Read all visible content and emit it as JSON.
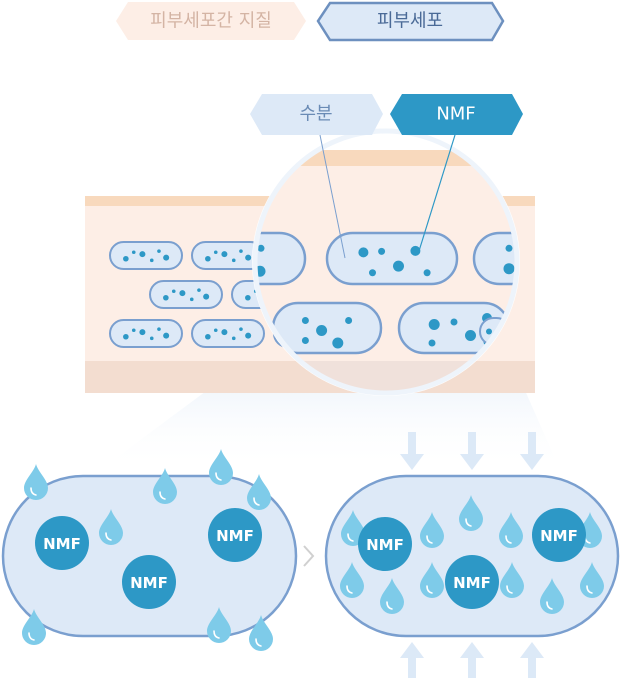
{
  "tabs": [
    {
      "label": "피부세포간 지질",
      "active": false
    },
    {
      "label": "피부세포",
      "active": true
    }
  ],
  "callouts": {
    "moisture": "수분",
    "nmf": "NMF"
  },
  "cell_labels": {
    "left": [
      "NMF",
      "NMF",
      "NMF"
    ],
    "right": [
      "NMF",
      "NMF",
      "NMF"
    ]
  },
  "colors": {
    "tab_inactive_bg": "#fdeee6",
    "tab_inactive_text": "#d4b4a4",
    "tab_active_bg": "#dde9f7",
    "tab_active_border": "#6d90bf",
    "tab_active_text": "#4a6a97",
    "moisture_bg": "#dde9f7",
    "moisture_text": "#6a8bb5",
    "nmf_bg": "#2d98c6",
    "skin_top": "#f8d9bd",
    "skin_body": "#fdeee6",
    "skin_bottom": "#f5ddd1",
    "cell_fill": "#dde9f7",
    "cell_stroke": "#7a9fcf",
    "dot": "#2d98c6",
    "drop": "#7ecbe9",
    "arrow": "#dce9f7"
  }
}
